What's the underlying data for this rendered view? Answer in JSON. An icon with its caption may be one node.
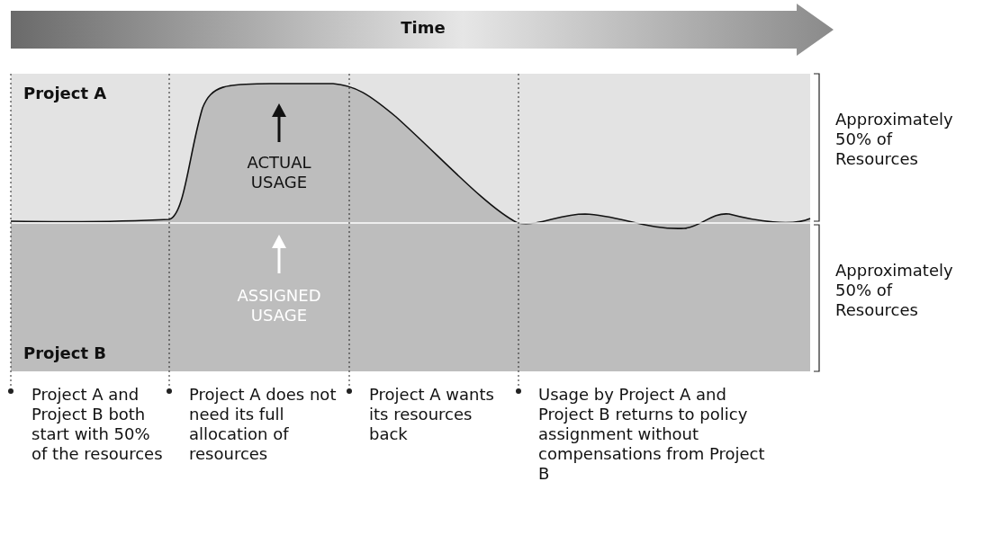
{
  "diagram": {
    "labels": [
      "Time",
      "Project A",
      "ACTUAL USAGE",
      "Approximately 50% of Resources",
      "ASSIGNED USAGE",
      "Approximately 50% of Resources",
      "Project B",
      "Project A and Project B both start with 50% of the resources",
      "Project A does not need its full allocation of resources",
      "Project A wants its resources back",
      "Usage by Project A and Project B returns to policy assignment without compensations from Project B"
    ]
  }
}
